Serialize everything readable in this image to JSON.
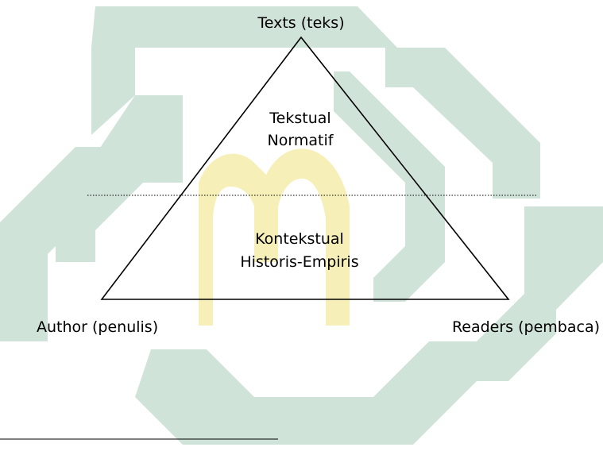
{
  "diagram": {
    "top_label": "Texts (teks)",
    "upper_region": {
      "line1": "Tekstual",
      "line2": "Normatif"
    },
    "lower_region": {
      "line1": "Kontekstual",
      "line2": "Historis-Empiris"
    },
    "bottom_left_label": "Author (penulis)",
    "bottom_right_label": "Readers (pembaca)"
  },
  "colors": {
    "watermark_teal": "#cfe3d9",
    "watermark_gold": "#f7efb8",
    "ink": "#000000"
  }
}
